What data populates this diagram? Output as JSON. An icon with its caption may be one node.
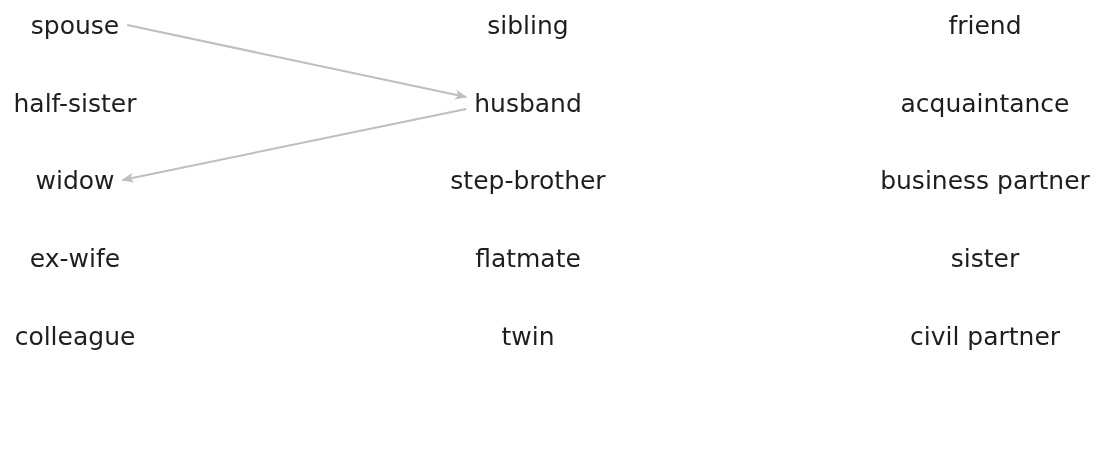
{
  "diagram": {
    "nodes": [
      {
        "text": [
          "spouse"
        ]
      },
      {
        "text": [
          "husband"
        ]
      },
      {
        "text": [
          "widow"
        ]
      }
    ],
    "edges": [
      {
        "from": 0,
        "to": 1,
        "arrow": "to"
      },
      {
        "from": 1,
        "to": 2,
        "arrow": "to"
      }
    ],
    "labels": [
      "sibling",
      "friend",
      "half-sister",
      "acquaintance",
      "step-brother",
      "business partner",
      "ex-wife",
      "flatmate",
      "sister",
      "colleague",
      "twin",
      "civil partner"
    ]
  }
}
